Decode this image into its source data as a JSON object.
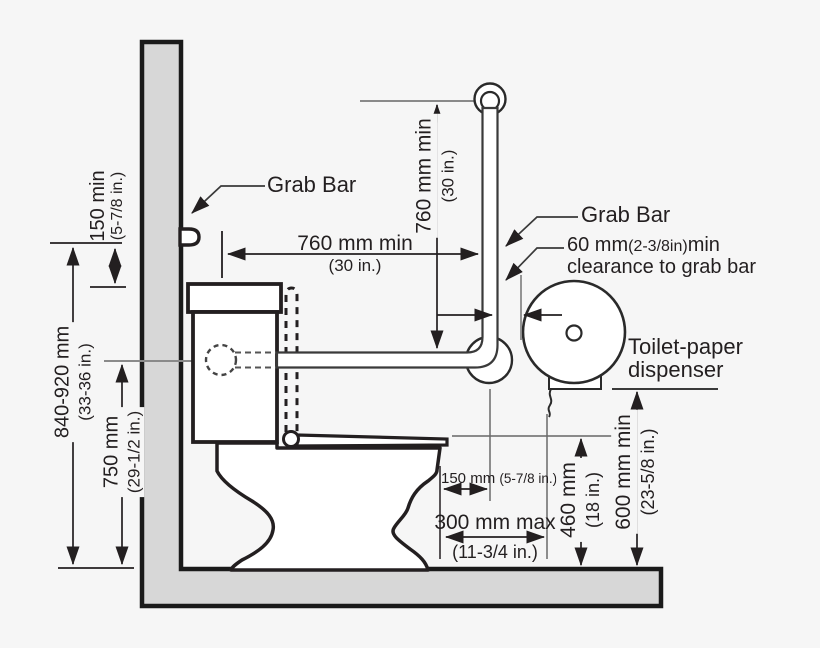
{
  "colors": {
    "wall_fill": "#d7d7d7",
    "line": "#231f20",
    "gray_line": "#8a8a8a",
    "background": "#f6f6f6"
  },
  "labels": {
    "grab_bar_left": "Grab Bar",
    "grab_bar_right": "Grab Bar",
    "clearance_value": "60 mm",
    "clearance_value_in": "(2-3/8in)",
    "clearance_min": "min",
    "clearance_text": "clearance to grab bar",
    "dispenser_line1": "Toilet-paper",
    "dispenser_line2": "dispenser"
  },
  "dimensions": {
    "rear_grab_bar_height": {
      "mm": "840-920 mm",
      "in": "(33-36 in.)"
    },
    "grab_bar_to_tank": {
      "mm": "150 min",
      "in": "(5-7/8 in.)"
    },
    "side_grab_bar_height": {
      "mm": "750 mm",
      "in": "(29-1/2 in.)"
    },
    "side_grab_bar_length": {
      "mm": "760 mm min",
      "in": "(30 in.)"
    },
    "vertical_grab_bar_height": {
      "mm": "760 mm min",
      "in": "(30 in.)"
    },
    "seat_front_to_vertical_bar": {
      "mm": "150 mm",
      "in": "(5-7/8 in.)"
    },
    "seat_front_to_dispenser": {
      "mm": "300 mm max",
      "in": "(11-3/4 in.)"
    },
    "seat_height": {
      "mm": "460 mm",
      "in": "(18 in.)"
    },
    "dispenser_height": {
      "mm": "600 mm min",
      "in": "(23-5/8 in.)"
    }
  }
}
